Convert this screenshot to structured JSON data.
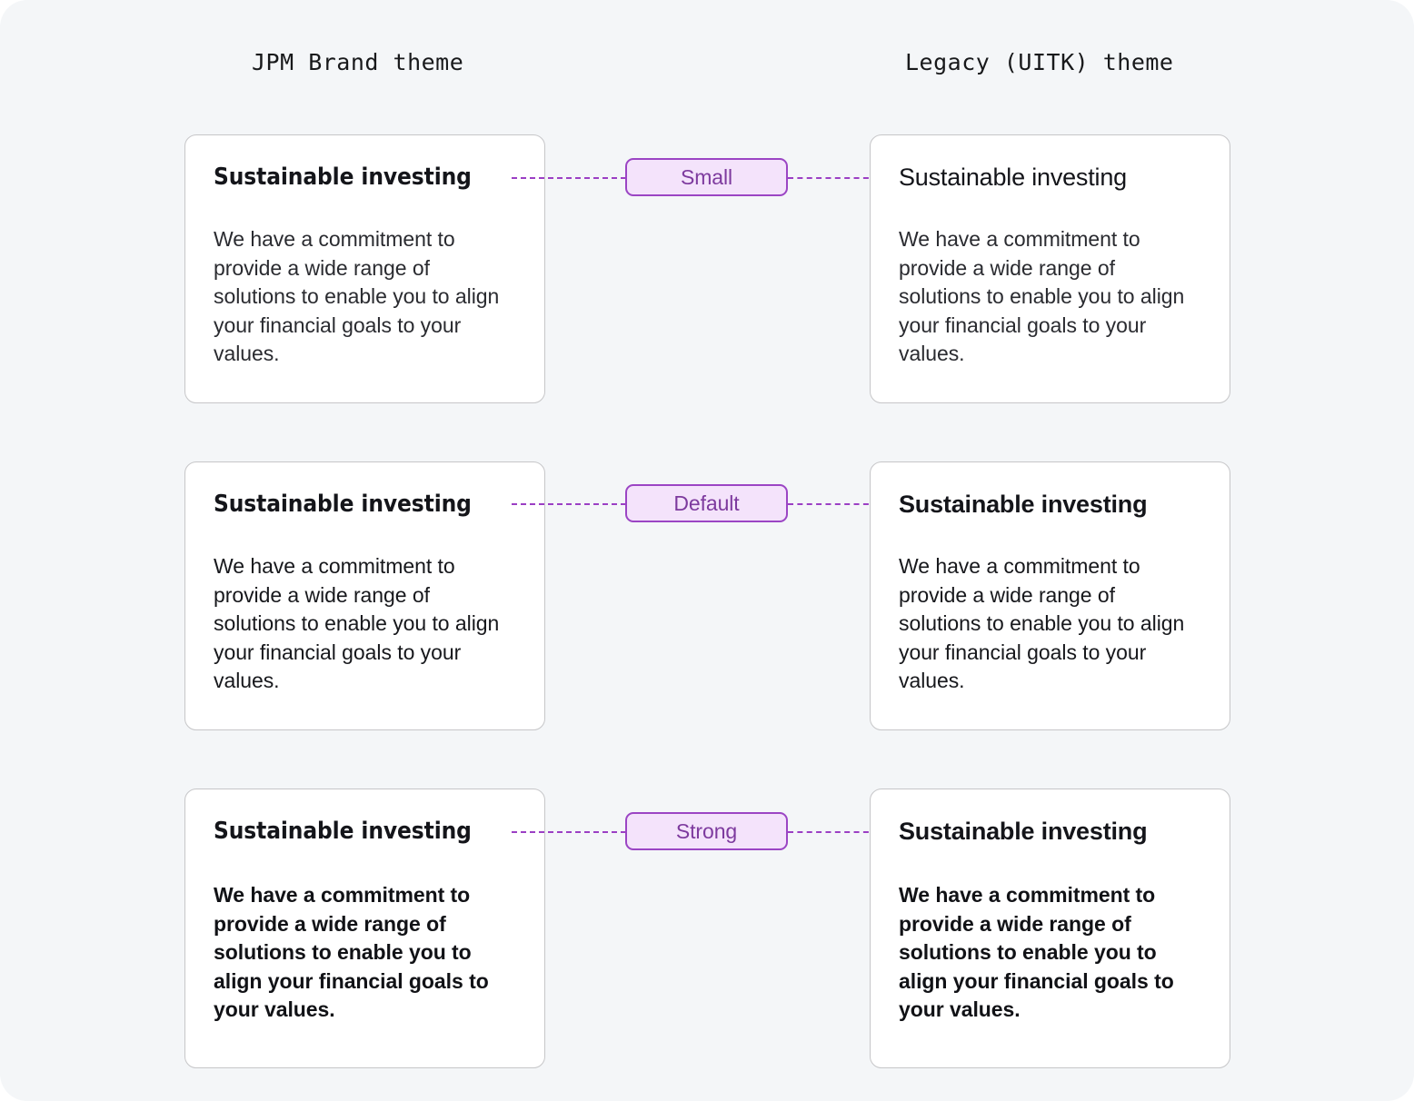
{
  "columns": {
    "left_header": "JPM Brand theme",
    "right_header": "Legacy (UITK) theme"
  },
  "colors": {
    "page_background": "#f4f6f8",
    "card_background": "#ffffff",
    "card_border": "#c6c6c8",
    "badge_fill": "#f4e3fb",
    "badge_border": "#9b45c4",
    "badge_text": "#7d3a9e",
    "connector_line": "#9b3fc4",
    "title_text": "#14151a",
    "body_text": "#1d1e22"
  },
  "card_content": {
    "title": "Sustainable investing",
    "body": "We have a commitment to provide a wide range of solutions to enable you to align your financial goals to your values."
  },
  "rows": [
    {
      "variant": "Small",
      "left": {
        "theme": "JPM Brand theme",
        "title": "Sustainable investing",
        "body": "We have a commitment to provide a wide range of solutions to enable you to align your financial goals to your values."
      },
      "right": {
        "theme": "Legacy (UITK) theme",
        "title": "Sustainable investing",
        "body": "We have a commitment to provide a wide range of solutions to enable you to align your financial goals to your values."
      }
    },
    {
      "variant": "Default",
      "left": {
        "theme": "JPM Brand theme",
        "title": "Sustainable investing",
        "body": "We have a commitment to provide a wide range of solutions to enable you to align your financial goals to your values."
      },
      "right": {
        "theme": "Legacy (UITK) theme",
        "title": "Sustainable investing",
        "body": "We have a commitment to provide a wide range of solutions to enable you to align your financial goals to your values."
      }
    },
    {
      "variant": "Strong",
      "left": {
        "theme": "JPM Brand theme",
        "title": "Sustainable investing",
        "body": "We have a commitment to provide a wide range of solutions to enable you to align your financial goals to your values."
      },
      "right": {
        "theme": "Legacy (UITK) theme",
        "title": "Sustainable investing",
        "body": "We have a commitment to provide a wide range of solutions to enable you to align your financial goals to your values."
      }
    }
  ]
}
